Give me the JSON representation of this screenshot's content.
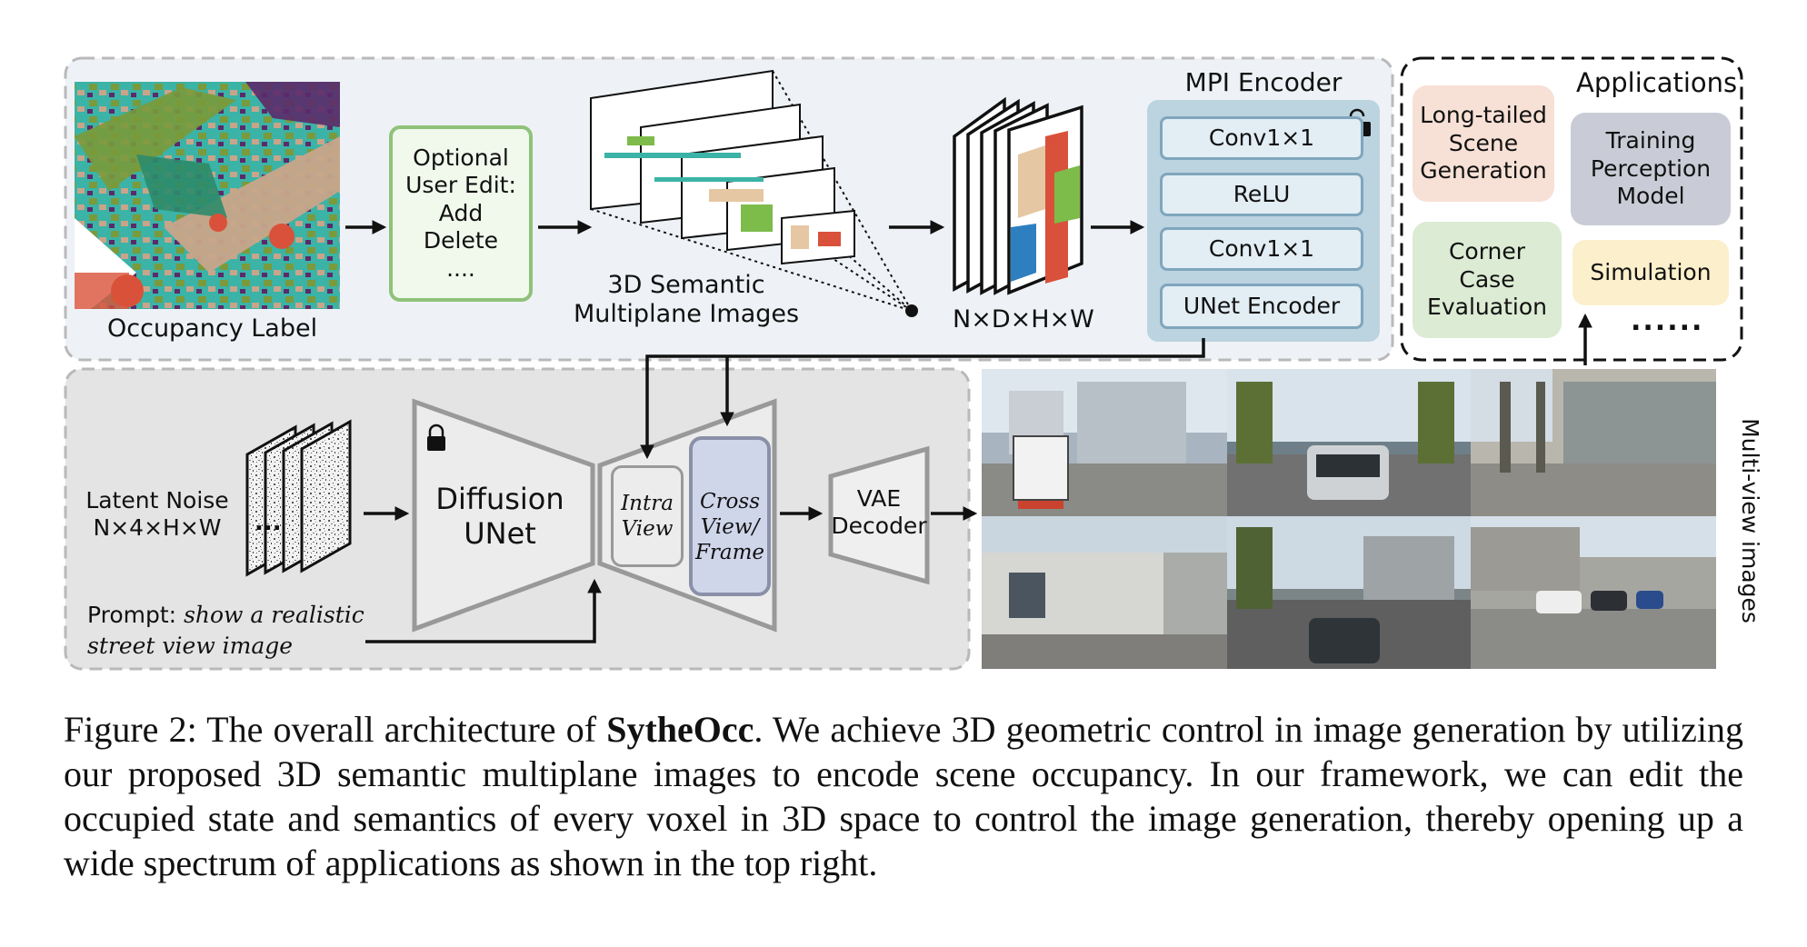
{
  "top_panel": {
    "occupancy_label": "Occupancy Label",
    "user_edit_lines": [
      "Optional",
      "User Edit:",
      "Add",
      "Delete",
      "...."
    ],
    "mpi_label_line1": "3D Semantic",
    "mpi_label_line2": "Multiplane Images",
    "tensor_label": "N×D×H×W",
    "mpi_encoder": {
      "title": "MPI Encoder",
      "layers": [
        "Conv1×1",
        "ReLU",
        "Conv1×1",
        "UNet Encoder"
      ]
    }
  },
  "applications": {
    "title": "Applications",
    "items": [
      "Long-tailed Scene Generation",
      "Training Perception Model",
      "Corner Case Evaluation",
      "Simulation"
    ],
    "ellipsis": "......",
    "colors": {
      "long_tailed": "#f7e0d5",
      "training": "#c9ccd6",
      "corner": "#dcebd3",
      "simulation": "#fbefcc"
    }
  },
  "bottom_panel": {
    "latent_noise_line1": "Latent Noise",
    "latent_noise_line2": "N×4×H×W",
    "noise_dots": "...",
    "diffusion_line1": "Diffusion",
    "diffusion_line2": "UNet",
    "intra_line1": "Intra",
    "intra_line2": "View",
    "cross_lines": [
      "Cross",
      "View/",
      "Frame"
    ],
    "vae_line1": "VAE",
    "vae_line2": "Decoder",
    "prompt_prefix": "Prompt: ",
    "prompt_line1": "show a realistic",
    "prompt_line2": "street view image"
  },
  "multi_view_label": "Multi-view images",
  "caption": {
    "prefix": "Figure 2: The overall architecture of ",
    "bold": "SytheOcc",
    "rest": ". We achieve 3D geometric control in image generation by utilizing our proposed 3D semantic multiplane images to encode scene occupancy. In our framework, we can edit the occupied state and semantics of every voxel in 3D space to control the image generation, thereby opening up a wide spectrum of applications as shown in the top right."
  },
  "colors": {
    "top_panel_bg": "#eef2f6",
    "bottom_panel_bg": "#e4e4e4",
    "encoder_bg": "#bcd3e0",
    "encoder_layer_bg": "#e2edf4",
    "user_edit_border": "#8fc27a",
    "user_edit_bg": "#f1f8ec",
    "cross_view_bg": "#cfd6ea"
  }
}
